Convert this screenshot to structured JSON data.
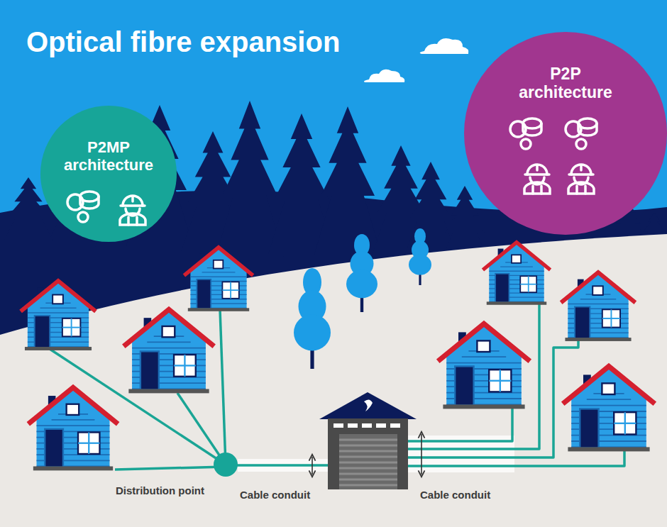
{
  "diagram": {
    "title": "Optical fibre expansion",
    "nodes": [
      {
        "text": [
          "P2MP architecture"
        ]
      },
      {
        "text": [
          "P2P architecture"
        ]
      },
      {
        "text": [
          "Distribution point"
        ]
      }
    ],
    "labels": [
      "Cable conduit",
      "Cable conduit"
    ]
  }
}
